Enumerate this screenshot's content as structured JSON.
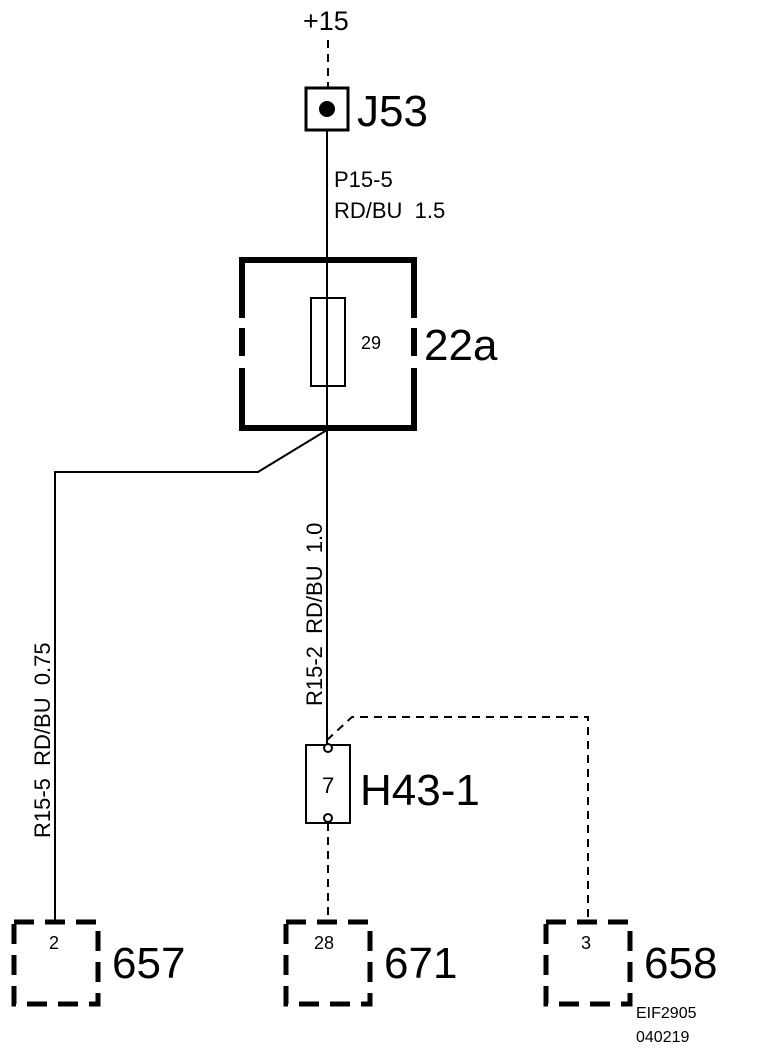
{
  "power": {
    "label": "+15"
  },
  "junction": {
    "id": "J53"
  },
  "wire_supply": {
    "code": "P15-5",
    "spec": "RD/BU  1.5"
  },
  "fuse_box": {
    "id": "22a",
    "fuse_number": "29"
  },
  "wire_left": {
    "text": "R15-5  RD/BU  0.75"
  },
  "wire_center": {
    "text": "R15-2  RD/BU  1.0"
  },
  "connector": {
    "id": "H43-1",
    "pin": "7"
  },
  "components": [
    {
      "id": "657",
      "pin": "2"
    },
    {
      "id": "671",
      "pin": "28"
    },
    {
      "id": "658",
      "pin": "3"
    }
  ],
  "reference": {
    "code": "EIF2905",
    "date": "040219"
  }
}
